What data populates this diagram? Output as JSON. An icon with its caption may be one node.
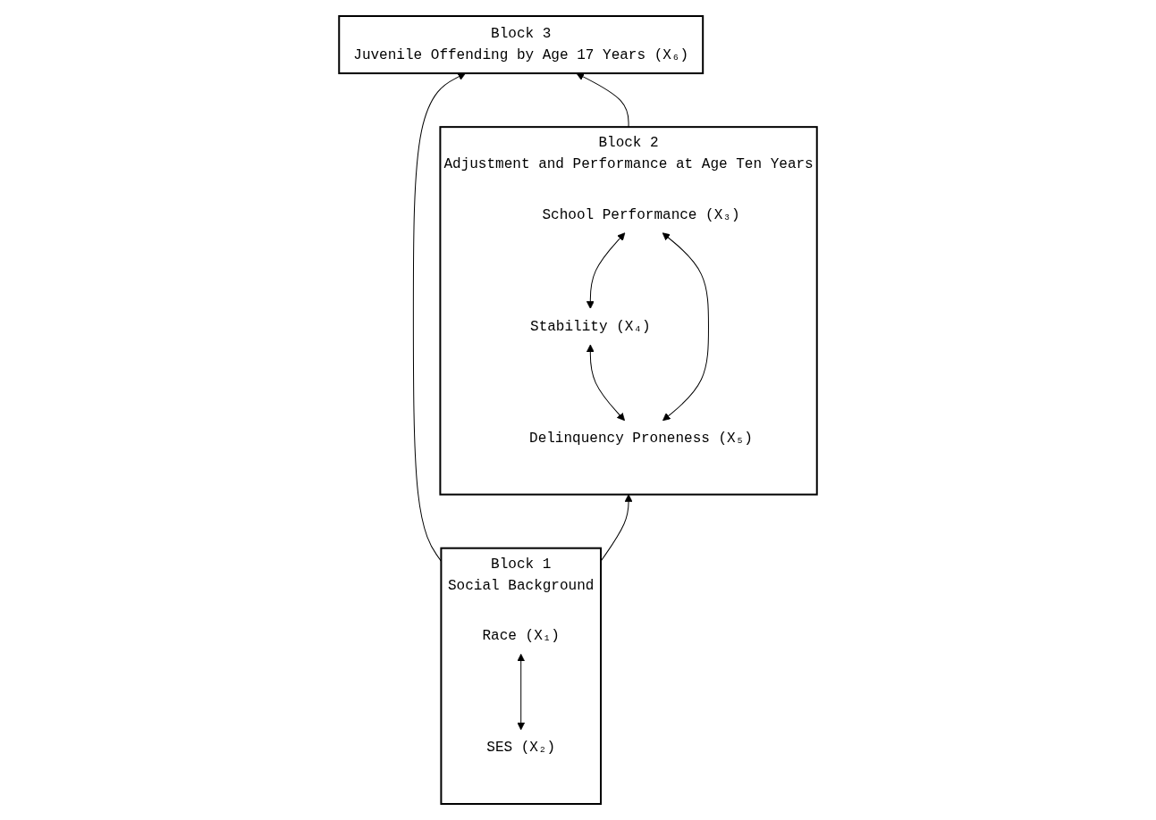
{
  "diagram": {
    "nodes": [
      {
        "text": [
          "Block 3",
          "Juvenile Offending by Age 17 Years (X₆)"
        ]
      },
      {
        "text": [
          "Block 1",
          "Social Background"
        ]
      },
      {
        "text": [
          "Race (X₁)"
        ],
        "in": 1
      },
      {
        "text": [
          "SES (X₂)"
        ],
        "in": 1
      },
      {
        "text": [
          "Block 2",
          "Adjustment and Performance at Age Ten Years"
        ]
      },
      {
        "text": [
          "School Performance (X₃)"
        ],
        "in": 4
      },
      {
        "text": [
          "Stability (X₄)"
        ],
        "in": 4
      },
      {
        "text": [
          "Delinquency Proneness (X₅)"
        ],
        "in": 4
      }
    ],
    "edges": [
      {
        "from": 1,
        "to": 0,
        "arrow": "to"
      },
      {
        "from": 4,
        "to": 0,
        "arrow": "to"
      },
      {
        "from": 1,
        "to": 4,
        "arrow": "to"
      },
      {
        "from": 3,
        "to": 2,
        "arrow": "both"
      },
      {
        "from": 6,
        "to": 5,
        "arrow": "both"
      },
      {
        "from": 7,
        "to": 6,
        "arrow": "both"
      },
      {
        "from": 7,
        "to": 5,
        "arrow": "both"
      }
    ]
  }
}
